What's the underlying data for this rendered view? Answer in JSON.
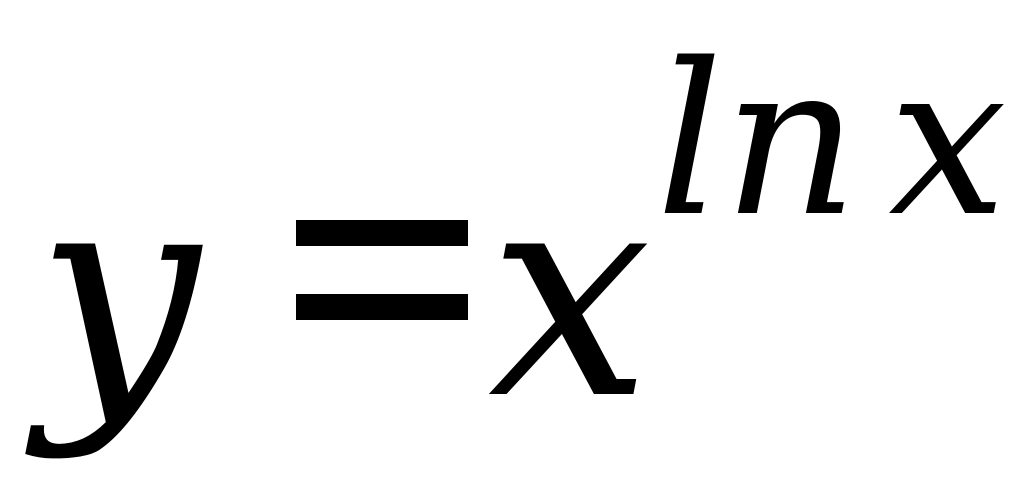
{
  "formula": {
    "lhs": "y",
    "operator": "=",
    "base": "x",
    "exponent_function": "ln",
    "exponent_argument": "x"
  }
}
